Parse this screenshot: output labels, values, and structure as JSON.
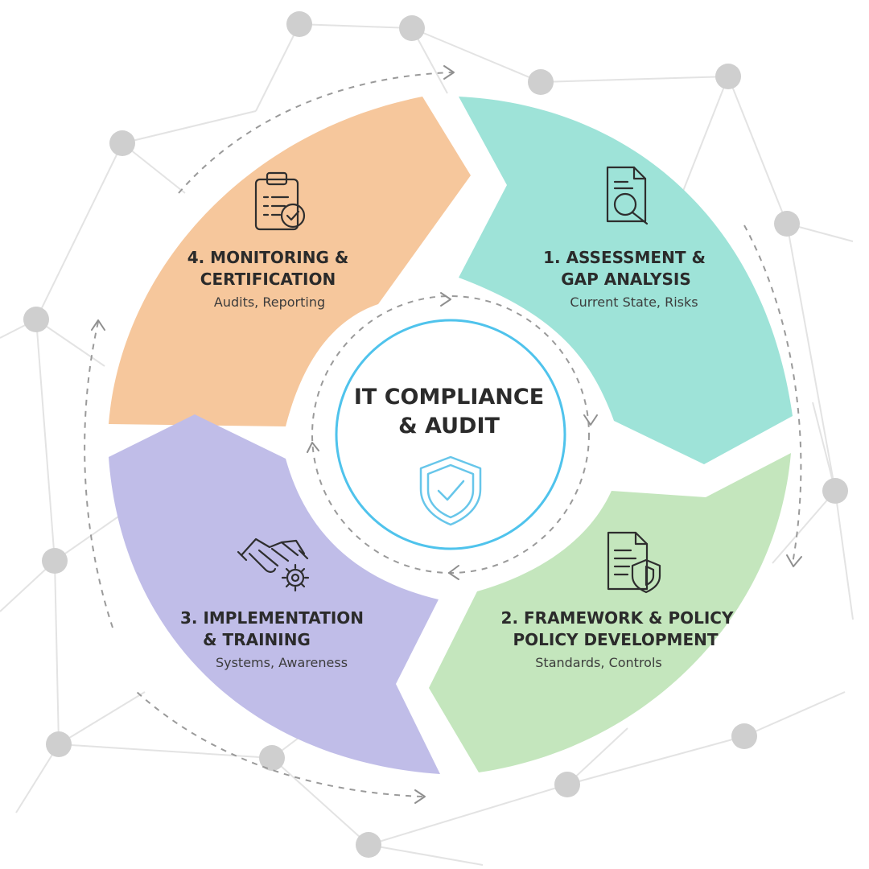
{
  "center": {
    "title_line1": "IT COMPLIANCE",
    "title_line2": "& AUDIT",
    "icon": "shield-check-icon"
  },
  "segments": [
    {
      "title_line1": "1. ASSESSMENT &",
      "title_line2": "GAP ANALYSIS",
      "subtitle": "Current State, Risks",
      "icon": "document-search-icon",
      "color": "#9ee3d8"
    },
    {
      "title_line1": "2. FRAMEWORK & POLICY",
      "title_line2": "POLICY DEVELOPMENT",
      "subtitle": "Standards, Controls",
      "icon": "policy-document-shield-icon",
      "color": "#c4e6bd"
    },
    {
      "title_line1": "3. IMPLEMENTATION",
      "title_line2": "& TRAINING",
      "subtitle": "Systems, Awareness",
      "icon": "handshake-gear-icon",
      "color": "#c0bde8"
    },
    {
      "title_line1": "4. MONITORING &",
      "title_line2": "CERTIFICATION",
      "subtitle": "Audits, Reporting",
      "icon": "clipboard-check-icon",
      "color": "#f6c79c"
    }
  ],
  "colors": {
    "center_ring": "#4fc3ec",
    "shield": "#67c6ea",
    "network_node": "#cfcfcf",
    "network_line": "#e3e3e3",
    "dashed_arrow": "#9a9a9a"
  }
}
